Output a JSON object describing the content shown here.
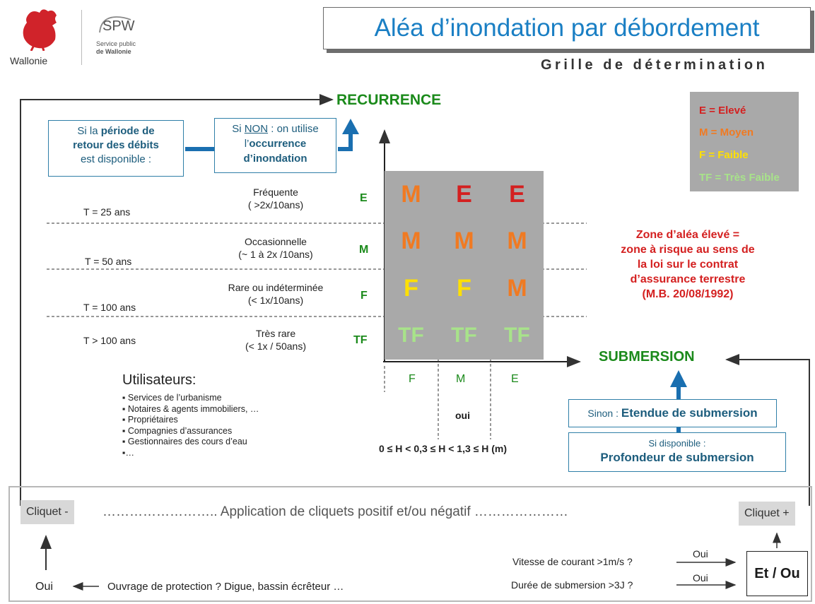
{
  "header": {
    "logo_wallonie": "Wallonie",
    "logo_spw": "SPW",
    "logo_spw_sub1": "Service public",
    "logo_spw_sub2": "de Wallonie",
    "title": "Aléa d’inondation par débordement",
    "subtitle": "Grille de détermination"
  },
  "recurrence": {
    "label": "RECURRENCE",
    "box1": {
      "pre": "Si la ",
      "bold1": "période de",
      "bold2": "retour des débits",
      "post": "est disponible :"
    },
    "box2": {
      "pre": "Si ",
      "non": "NON",
      "mid": " : on utilise",
      "line2a": "l’",
      "line2b": "occurrence",
      "line3": "d’inondation"
    }
  },
  "rows": [
    {
      "t": "T = 25  ans",
      "name": "Fréquente",
      "freq": "( >2x/10ans)",
      "level": "E"
    },
    {
      "t": "T = 50  ans",
      "name": "Occasionnelle",
      "freq": "(~ 1 à 2x /10ans)",
      "level": "M"
    },
    {
      "t": "T = 100  ans",
      "name": "Rare ou indéterminée",
      "freq": "(< 1x/10ans)",
      "level": "F"
    },
    {
      "t": "T > 100  ans",
      "name": "Très rare",
      "freq": "(< 1x / 50ans)",
      "level": "TF"
    }
  ],
  "grid": [
    [
      "M",
      "E",
      "E"
    ],
    [
      "M",
      "M",
      "M"
    ],
    [
      "F",
      "F",
      "M"
    ],
    [
      "TF",
      "TF",
      "TF"
    ]
  ],
  "colors": {
    "E": "#d42020",
    "M": "#f07a22",
    "F": "#ffe000",
    "TF": "#a8e38a",
    "green": "#1b8a1b",
    "blue": "#1a7fc4"
  },
  "columns": [
    "F",
    "M",
    "E"
  ],
  "oui_mid": "oui",
  "h_scale": "0  ≤ H <  0,3  ≤ H <  1,3  ≤ H  (m)",
  "legend": [
    {
      "key": "E",
      "text": "E = Elevé"
    },
    {
      "key": "M",
      "text": "M = Moyen"
    },
    {
      "key": "F",
      "text": "F = Faible"
    },
    {
      "key": "TF",
      "text": "TF = Très Faible"
    }
  ],
  "zone": {
    "l1": "Zone d’aléa élevé =",
    "l2": "zone à risque au sens de",
    "l3": "la loi sur le contrat",
    "l4": "d’assurance terrestre",
    "l5": "(M.B. 20/08/1992)"
  },
  "submersion": {
    "label": "SUBMERSION",
    "sinon_pre": "Sinon : ",
    "sinon_bold": "Etendue de submersion",
    "si_disp": "Si disponible :",
    "profondeur": "Profondeur de submersion"
  },
  "users": {
    "title": "Utilisateurs:",
    "items": [
      "Services de l’urbanisme",
      "Notaires & agents immobiliers, …",
      "Propriétaires",
      "Compagnies d’assurances",
      "Gestionnaires des cours d’eau",
      "…"
    ]
  },
  "bottom": {
    "cliquet_minus": "Cliquet -",
    "cliquet_plus": "Cliquet +",
    "dots_left": "……………………..",
    "application": "Application de cliquets positif et/ou négatif",
    "dots_right": "…………………",
    "oui_left": "Oui",
    "ouvrage": "Ouvrage de protection ?  Digue, bassin écrêteur …",
    "vitesse": "Vitesse de courant >1m/s ?",
    "duree": "Durée de submersion >3J ?",
    "oui1": "Oui",
    "oui2": "Oui",
    "etou": "Et / Ou"
  }
}
